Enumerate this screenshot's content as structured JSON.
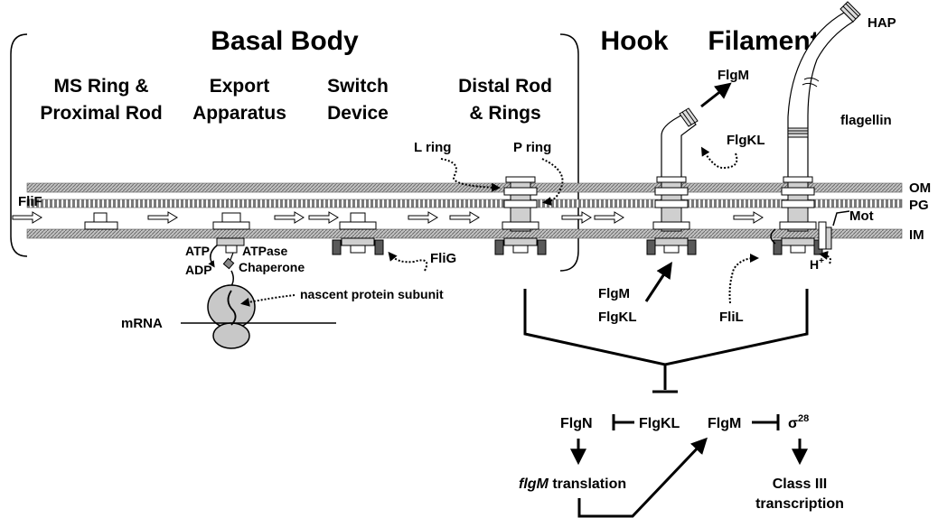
{
  "headings": {
    "basal_body": "Basal Body",
    "hook": "Hook",
    "filament": "Filament"
  },
  "stages": {
    "ms_ring": [
      "MS Ring &",
      "Proximal Rod"
    ],
    "export_apparatus": [
      "Export",
      "Apparatus"
    ],
    "switch_device": [
      "Switch",
      "Device"
    ],
    "distal_rod": [
      "Distal Rod",
      "& Rings"
    ]
  },
  "membranes": {
    "om": "OM",
    "pg": "PG",
    "im": "IM"
  },
  "labels": {
    "flif": "FliF",
    "atp": "ATP",
    "adp": "ADP",
    "atpase": "ATPase",
    "chaperone": "Chaperone",
    "nascent": "nascent protein subunit",
    "mrna": "mRNA",
    "flig": "FliG",
    "l_ring": "L ring",
    "p_ring": "P ring",
    "flgm_top": "FlgM",
    "flgkl_top": "FlgKL",
    "hap": "HAP",
    "flagellin": "flagellin",
    "mot": "Mot",
    "h_plus": "H",
    "h_plus_sup": "+",
    "flgm_mid": "FlgM",
    "flgkl_mid": "FlgKL",
    "flil": "FliL"
  },
  "regulation": {
    "flgn": "FlgN",
    "flgkl": "FlgKL",
    "flgm": "FlgM",
    "sigma": "σ",
    "sigma_sup": "28",
    "flgm_italic": "flgM",
    "translation": " translation",
    "class3_line1": "Class III",
    "class3_line2": "transcription"
  },
  "colors": {
    "membrane_fill": "#b9b9b9",
    "protein_light": "#dcdcdc",
    "protein_mid": "#a0a0a0",
    "protein_dark": "#595959",
    "ribosome": "#c8c8c8"
  }
}
